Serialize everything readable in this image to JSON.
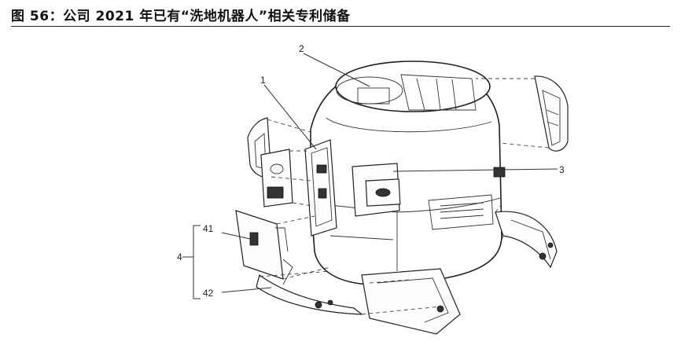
{
  "caption": "图 56：公司 2021 年已有“洗地机器人”相关专利储备",
  "labels": {
    "l1": "1",
    "l2": "2",
    "l3": "3",
    "l4": "4",
    "l41": "41",
    "l42": "42"
  }
}
